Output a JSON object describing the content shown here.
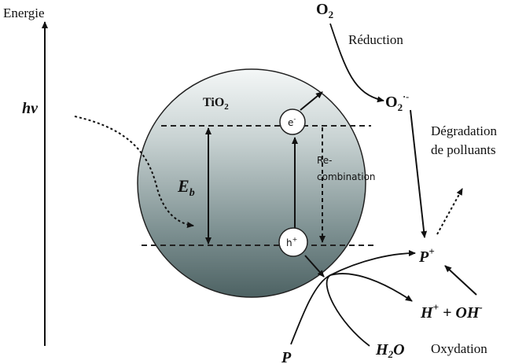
{
  "labels": {
    "energy": "Energie",
    "photon": "hv",
    "material": "TiO",
    "material_sub": "2",
    "band_gap": "E",
    "band_gap_sub": "b",
    "electron": "e",
    "electron_sup": "-",
    "hole": "h",
    "hole_sup": "+",
    "recombination_1": "Re-",
    "recombination_2": "combination",
    "oxygen": "O",
    "oxygen_sub": "2",
    "superoxide": "O",
    "superoxide_sub": "2",
    "superoxide_sup": "·-",
    "reduction": "Réduction",
    "degradation_1": "Dégradation",
    "degradation_2": "de polluants",
    "pollutant_cation": "P",
    "pollutant_cation_sup": "+",
    "products_h": "H",
    "products_h_sup": "+",
    "products_rest": " + OH",
    "products_oh_sup": "-",
    "pollutant": "P",
    "water": "H",
    "water_sub": "2",
    "water_o": "O",
    "oxidation": "Oxydation"
  },
  "colors": {
    "ink": "#111111",
    "particle_light": "#f2f5f5",
    "particle_dark": "#4f6566"
  }
}
